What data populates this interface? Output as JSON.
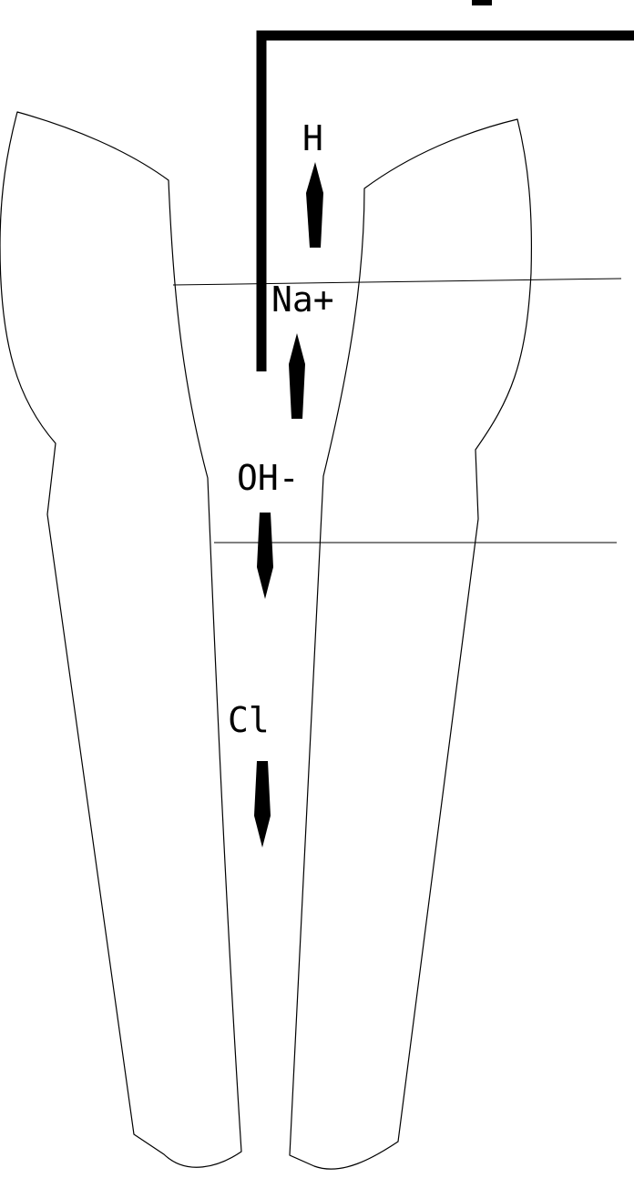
{
  "labels": {
    "h": "H",
    "na": "Na+",
    "oh": "OH-",
    "cl": "Cl"
  },
  "ions": [
    {
      "key": "h",
      "direction": "up"
    },
    {
      "key": "na",
      "direction": "up"
    },
    {
      "key": "oh",
      "direction": "down"
    },
    {
      "key": "cl",
      "direction": "down"
    }
  ],
  "colors": {
    "stroke": "#000000",
    "background": "#ffffff"
  }
}
